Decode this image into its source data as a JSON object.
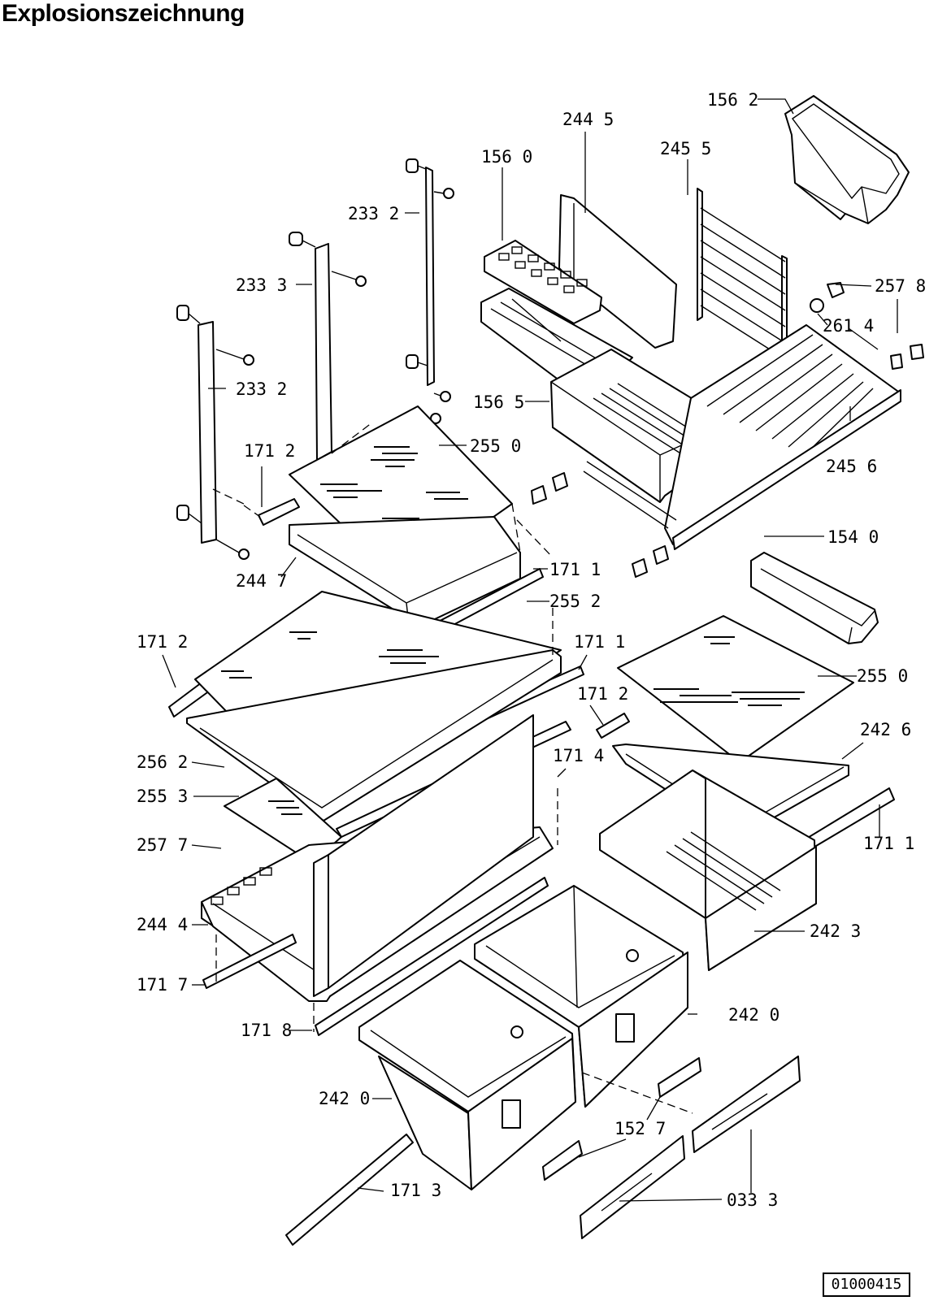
{
  "title": "Explosionszeichnung",
  "drawing_number": "01000415",
  "parts": [
    {
      "label": "156 2"
    },
    {
      "label": "244 5"
    },
    {
      "label": "245 5"
    },
    {
      "label": "156 0"
    },
    {
      "label": "233 2"
    },
    {
      "label": "233 3"
    },
    {
      "label": "257 8"
    },
    {
      "label": "261 4"
    },
    {
      "label": "233 2"
    },
    {
      "label": "156 5"
    },
    {
      "label": "255 0"
    },
    {
      "label": "171 2"
    },
    {
      "label": "245 6"
    },
    {
      "label": "154 0"
    },
    {
      "label": "244 7"
    },
    {
      "label": "171 1"
    },
    {
      "label": "255 2"
    },
    {
      "label": "171 2"
    },
    {
      "label": "171 1"
    },
    {
      "label": "255 0"
    },
    {
      "label": "171 2"
    },
    {
      "label": "242 6"
    },
    {
      "label": "256 2"
    },
    {
      "label": "171 4"
    },
    {
      "label": "255 3"
    },
    {
      "label": "171 1"
    },
    {
      "label": "257 7"
    },
    {
      "label": "244 4"
    },
    {
      "label": "242 3"
    },
    {
      "label": "171 7"
    },
    {
      "label": "242 0"
    },
    {
      "label": "171 8"
    },
    {
      "label": "242 0"
    },
    {
      "label": "152 7"
    },
    {
      "label": "171 3"
    },
    {
      "label": "033 3"
    }
  ]
}
